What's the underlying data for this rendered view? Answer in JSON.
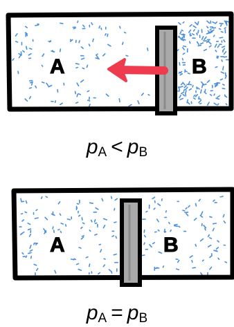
{
  "diagrams": [
    {
      "label_left": "A",
      "label_right": "B",
      "arrow_color": "#ee3b4e",
      "caption": {
        "var": "p",
        "sub_left": "A",
        "op": "<",
        "sub_right": "B"
      }
    },
    {
      "label_left": "A",
      "label_right": "B",
      "caption": {
        "var": "p",
        "sub_left": "A",
        "op": "=",
        "sub_right": "B"
      }
    }
  ],
  "colors": {
    "particle": "#4a8fdc",
    "wall": "#000000",
    "piston": "#a9a9a9"
  }
}
